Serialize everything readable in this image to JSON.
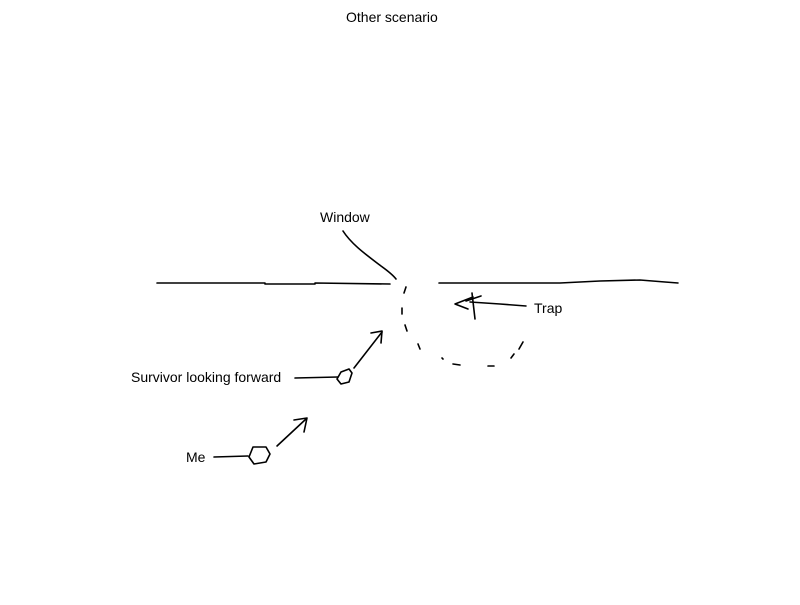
{
  "title": "Other scenario",
  "labels": {
    "window": "Window",
    "trap": "Trap",
    "survivor": "Survivor looking forward",
    "me": "Me"
  },
  "colors": {
    "background": "#ffffff",
    "ink": "#000000"
  }
}
